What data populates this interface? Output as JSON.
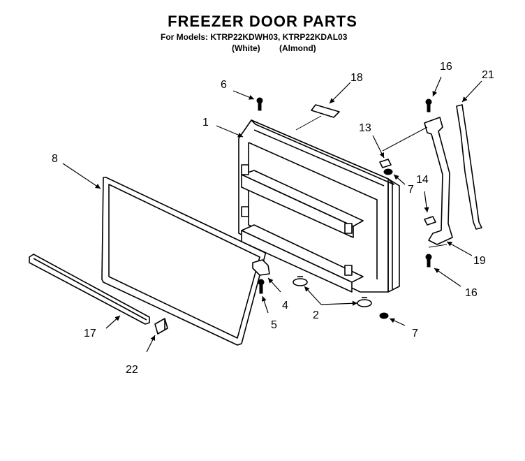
{
  "title": "FREEZER DOOR PARTS",
  "subtitle": {
    "prefix": "For Models: KTRP22KDWH03, KTRP22KDAL03",
    "color_white": "(White)",
    "color_almond": "(Almond)"
  },
  "callouts": {
    "c1": "1",
    "c2": "2",
    "c4": "4",
    "c5": "5",
    "c6": "6",
    "c7a": "7",
    "c7b": "7",
    "c8": "8",
    "c13": "13",
    "c14": "14",
    "c16a": "16",
    "c16b": "16",
    "c17": "17",
    "c18": "18",
    "c19": "19",
    "c21": "21",
    "c22": "22"
  }
}
